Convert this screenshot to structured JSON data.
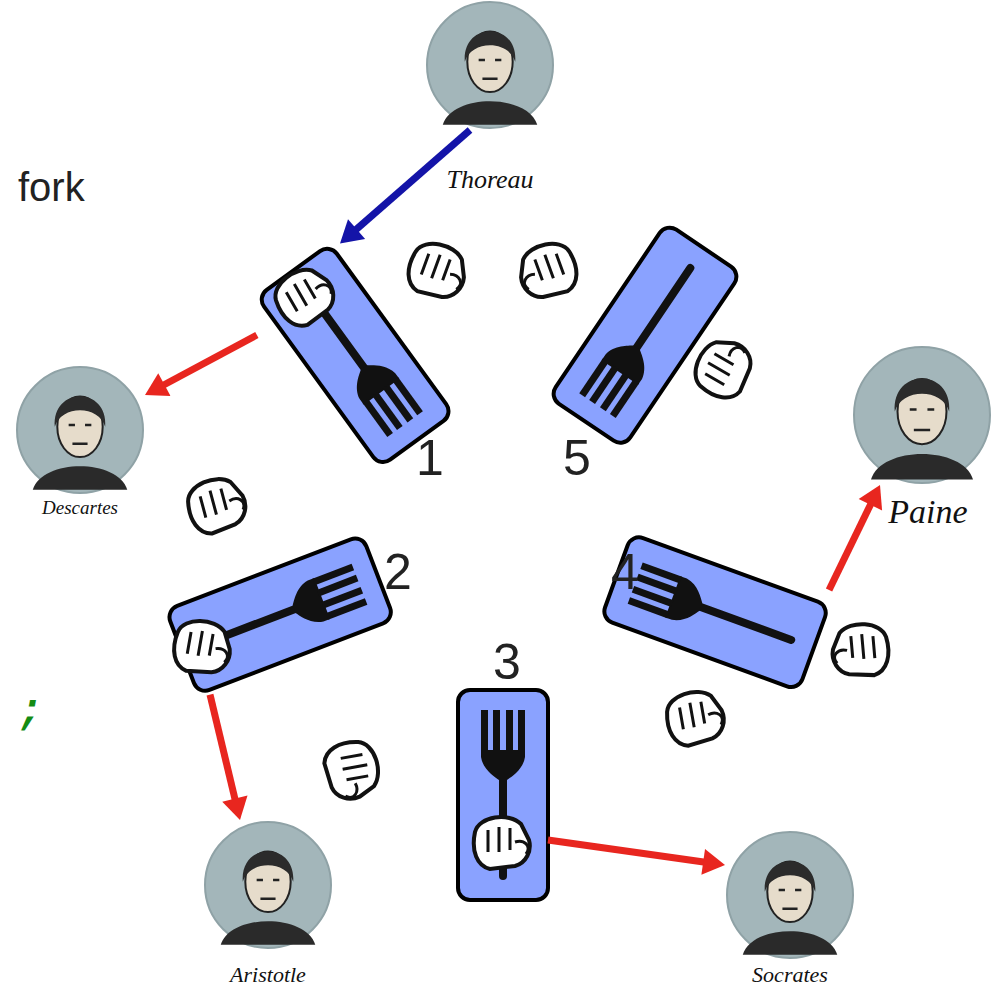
{
  "diagram": {
    "nodes": [
      {
        "text": [
          "Thoreau"
        ]
      },
      {
        "text": [
          "1"
        ]
      },
      {
        "text": [
          "5"
        ]
      },
      {
        "text": [
          "Descartes"
        ]
      },
      {
        "text": [
          "Paine"
        ]
      },
      {
        "text": [
          "2"
        ]
      },
      {
        "text": [
          "4"
        ]
      },
      {
        "text": [
          "3"
        ]
      },
      {
        "text": [
          "Aristotle"
        ]
      },
      {
        "text": [
          "Socrates"
        ]
      }
    ],
    "edges": [
      {
        "from": 0,
        "to": 1,
        "arrow": "to"
      },
      {
        "from": 1,
        "to": 3,
        "arrow": "to"
      },
      {
        "from": 5,
        "to": 8,
        "arrow": "to"
      },
      {
        "from": 7,
        "to": 9,
        "arrow": "to"
      },
      {
        "from": 6,
        "to": 4,
        "arrow": "to"
      }
    ],
    "labels": [
      "fork",
      ";"
    ]
  }
}
